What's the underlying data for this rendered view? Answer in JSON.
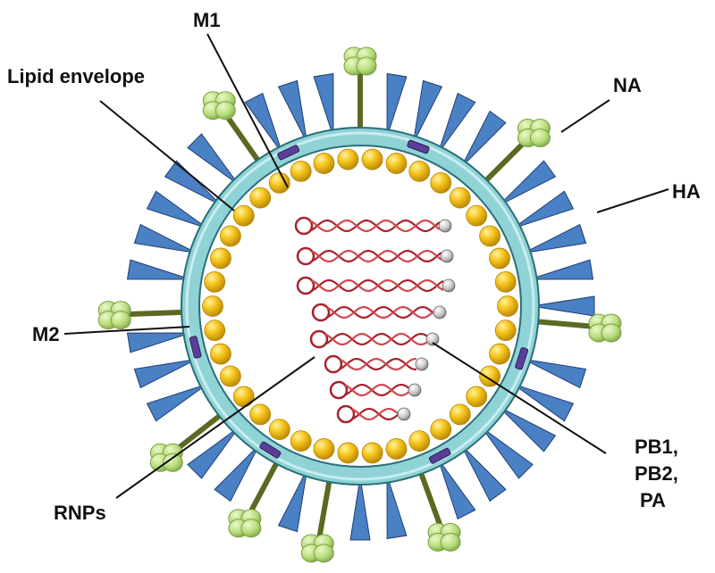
{
  "diagram": {
    "labels": {
      "m1": "M1",
      "lipid_envelope": "Lipid envelope",
      "na": "NA",
      "ha": "HA",
      "m2": "M2",
      "rnps": "RNPs",
      "polymerase_line1": "PB1,",
      "polymerase_line2": "PB2,",
      "polymerase_line3": "PA"
    },
    "colors": {
      "envelope": "#8fd3d6",
      "envelope_edge": "#2a6f78",
      "m1_protein": "#f2c21a",
      "m1_edge": "#b5850a",
      "ha_spike": "#4a80c4",
      "ha_edge": "#1f3f73",
      "na_head": "#b7dc7a",
      "na_stalk": "#5a6a22",
      "m2_channel": "#5a3f9a",
      "rnp": "#a8222a",
      "polymerase": "#c8c8c8"
    }
  }
}
